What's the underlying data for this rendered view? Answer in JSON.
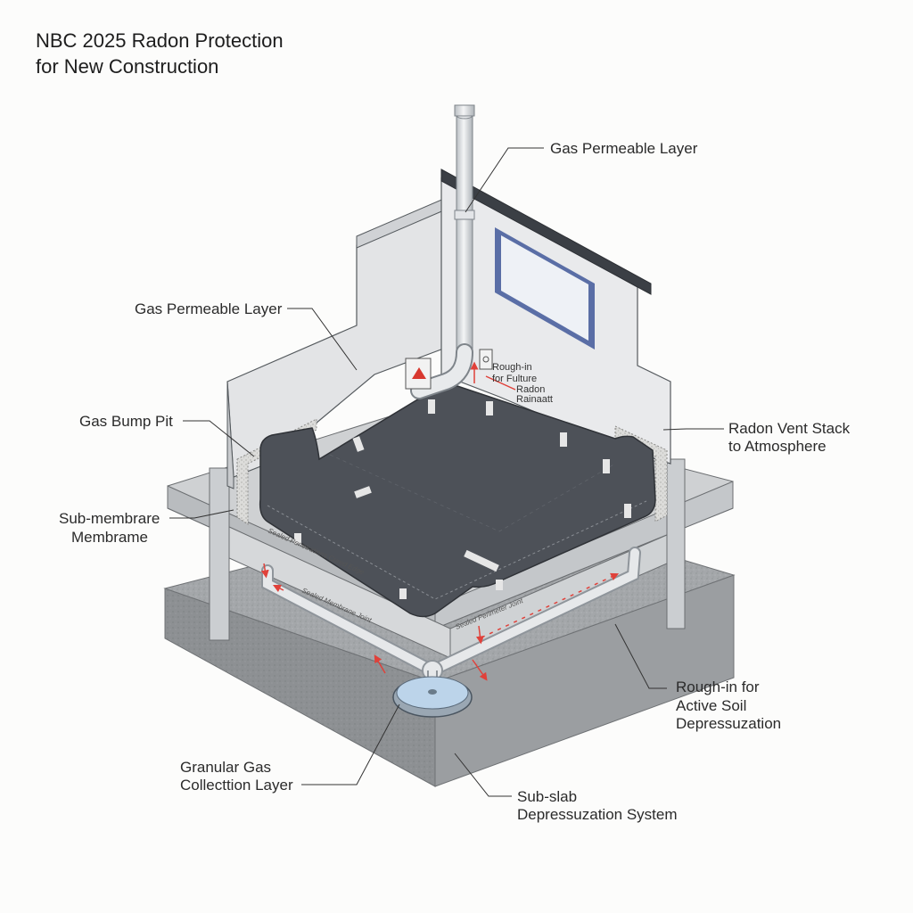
{
  "title": {
    "line1": "NBC 2025 Radon Protection",
    "line2": "for New Construction"
  },
  "callouts": {
    "gas_permeable_layer_top": "Gas Permeable Layer",
    "gas_permeable_layer_left": "Gas Permeable Layer",
    "gas_bump_pit": "Gas Bump Pit",
    "sub_membrane": [
      "Sub-membrare",
      "Membrame"
    ],
    "radon_vent_stack": [
      "Radon Vent Stack",
      "to Atmosphere"
    ],
    "rough_in_active": [
      "Rough-in for",
      "Active Soil",
      "Depressuzation"
    ],
    "granular_layer": [
      "Granular Gas",
      "Collecttion Layer"
    ],
    "sub_slab": [
      "Sub-slab",
      "Depressuzation System"
    ],
    "rough_in_future": [
      "Rough-in",
      "for Fulture",
      "Radon",
      "Rainaatt"
    ]
  },
  "slab_text": {
    "edge1": "Sealed Penetrations Cured Edge",
    "edge2": "Sealed Membrane Joint",
    "edge3": "Sealed Perimeter Joint"
  },
  "colors": {
    "membrane": "#4d5158",
    "concrete": "#a7aaad",
    "wall": "#e4e5e7",
    "pipe": "#d8dce0",
    "arrow": "#e0413a",
    "window_frame": "#5a6ea6"
  }
}
